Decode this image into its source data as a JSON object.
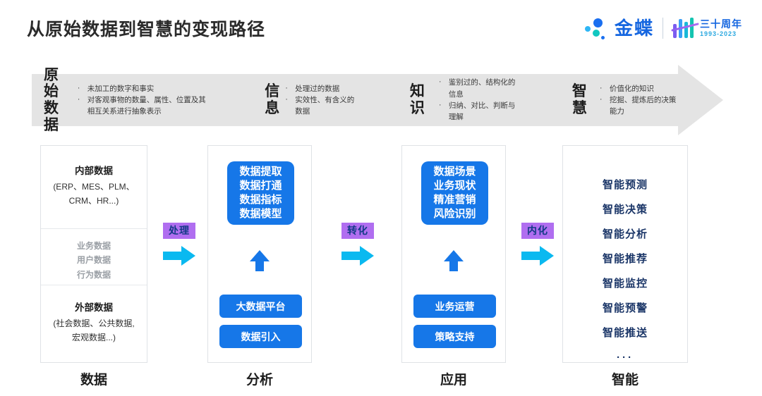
{
  "header": {
    "title": "从原始数据到智慧的变现路径",
    "brand_name": "金蝶",
    "anniversary_cn": "三十周年",
    "anniversary_years": "1993-2023"
  },
  "banner": {
    "stages": [
      {
        "term": "原始\n数据",
        "bullet_char": "·",
        "bullets": [
          "未加工的数字和事实",
          "对客观事物的数量、属性、位置及其相互关系进行抽象表示"
        ]
      },
      {
        "term": "信\n息",
        "bullet_char": "·",
        "bullets": [
          "处理过的数据",
          "实效性、有含义的数据"
        ]
      },
      {
        "term": "知\n识",
        "bullet_char": "·",
        "bullets": [
          "鉴别过的、结构化的信息",
          "归纳、对比、判断与理解"
        ]
      },
      {
        "term": "智\n慧",
        "bullet_char": "·",
        "bullets": [
          "价值化的知识",
          "挖掘、提炼后的决策能力"
        ]
      }
    ]
  },
  "columns": [
    {
      "label": "数据",
      "internal_title": "内部数据",
      "internal_sub": "(ERP、MES、PLM、\nCRM、HR...)",
      "middle_items": [
        "业务数据",
        "用户数据",
        "行为数据"
      ],
      "external_title": "外部数据",
      "external_sub": "(社会数据、公共数据,\n宏观数据...)"
    },
    {
      "label": "分析",
      "main_box": "数据提取\n数据打通\n数据指标\n数据模型",
      "pill_1": "大数据平台",
      "pill_2": "数据引入"
    },
    {
      "label": "应用",
      "main_box": "数据场景\n业务现状\n精准营销\n风险识别",
      "pill_1": "业务运营",
      "pill_2": "策略支持"
    },
    {
      "label": "智能",
      "items": [
        "智能预测",
        "智能决策",
        "智能分析",
        "智能推荐",
        "智能监控",
        "智能预警",
        "智能推送",
        "···"
      ]
    }
  ],
  "connectors": [
    {
      "label": "处理"
    },
    {
      "label": "转化"
    },
    {
      "label": "内化"
    }
  ],
  "colors": {
    "blue_box": "#1677e8",
    "badge_purple": "#b06ef0",
    "badge_text": "#123a86",
    "arrow_cyan": "#0ab9f0",
    "banner_gray": "#e4e4e4",
    "navy_text": "#1b3668",
    "brand_blue": "#1566e0"
  }
}
